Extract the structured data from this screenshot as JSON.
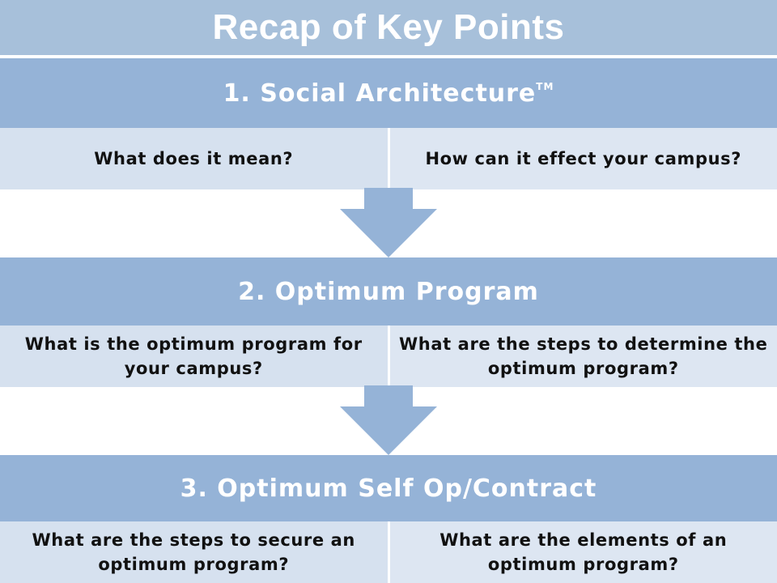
{
  "title": "Recap of Key Points",
  "colors": {
    "title_bar": "#a7c0da",
    "header_band": "#95b3d7",
    "sub_cell": "#d6e1ef",
    "arrow": "#95b3d7"
  },
  "levels": [
    {
      "label": "1. Social Architecture",
      "trademark": "TM",
      "items": [
        "What does it mean?",
        "How can it effect your campus?"
      ]
    },
    {
      "label": "2. Optimum Program",
      "items": [
        "What is the optimum program for your campus?",
        "What are the steps to determine the optimum program?"
      ]
    },
    {
      "label": "3. Optimum Self Op/Contract",
      "items": [
        "What are the steps to secure an optimum program?",
        "What are the elements of an optimum program?"
      ]
    }
  ]
}
